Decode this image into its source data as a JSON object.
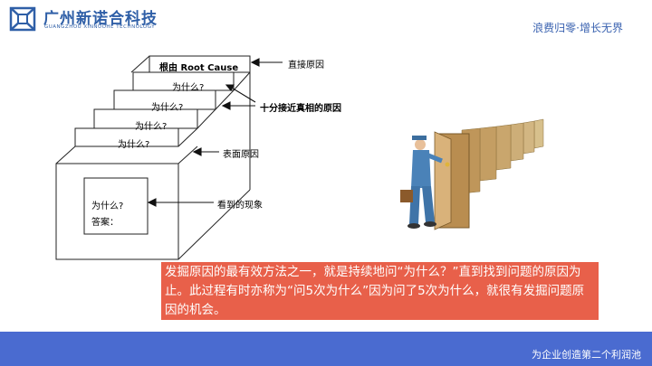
{
  "header": {
    "company_name": "广州新诺合科技",
    "company_sub": "GUANGZHOU XINNUOHE TECHNOLOGY",
    "slogan": "浪费归零·增长无界"
  },
  "diagram": {
    "root_cause": "根由 Root Cause",
    "why_1": "为什么?",
    "why_2": "为什么?",
    "why_3": "为什么?",
    "why_4": "为什么?",
    "front_why": "为什么?",
    "front_answer": "答案：",
    "label_direct": "直接原因",
    "label_close": "十分接近真相的原因",
    "label_surface": "表面原因",
    "label_seen": "看到的现象"
  },
  "callout": {
    "text": "发掘原因的最有效方法之一，就是持续地问“为什么？”直到找到问题的原因为止。此过程有时亦称为“问5次为什么”因为问了5次为什么，就很有发掘问题原因的机会。"
  },
  "footer": {
    "text": "为企业创造第二个利润池"
  },
  "colors": {
    "brand": "#2f5fa7",
    "callout_bg": "#e8604a",
    "footer_bg": "#4a6bd0"
  }
}
